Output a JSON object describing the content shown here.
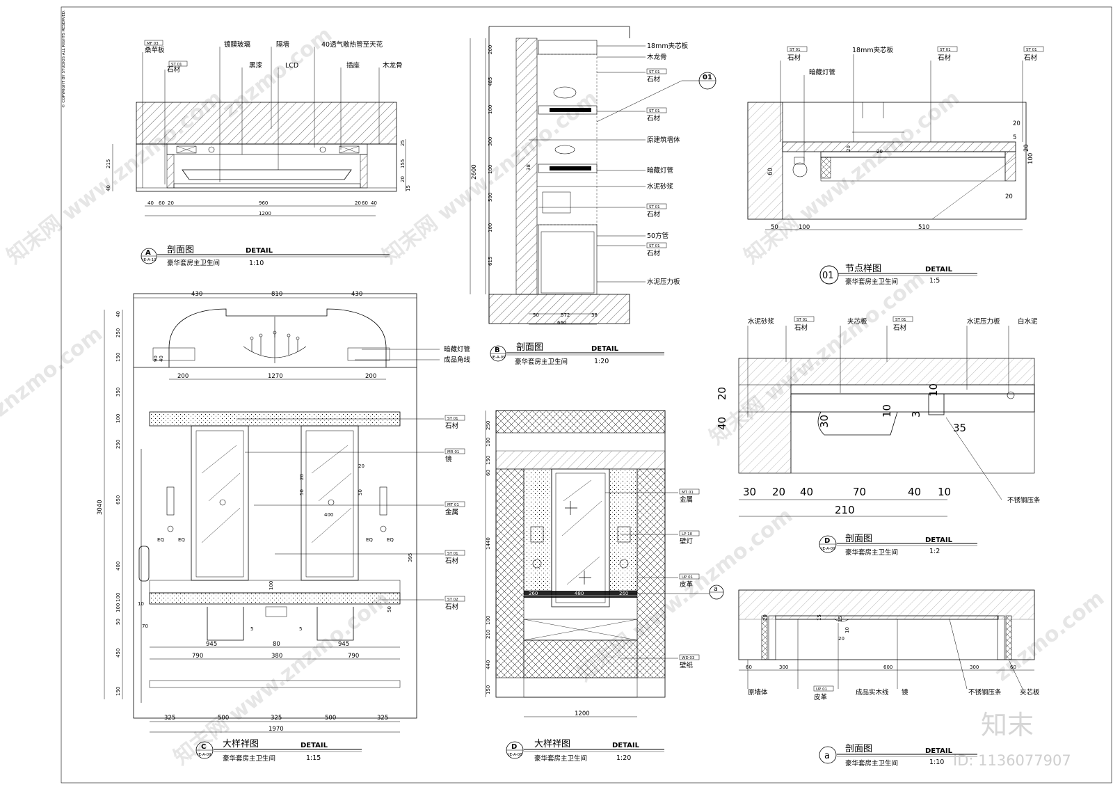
{
  "copyright": "© COPYRIGHT BY STUDIOS ALL RIGHTS RESERVED.",
  "watermark": "znzmo.com",
  "watermark_cn": "知末网 www.znzmo.com",
  "brand": "知末",
  "id_text": "ID: 1136077907",
  "common": {
    "detail": "DETAIL",
    "room": "豪华套房主卫生间"
  },
  "A": {
    "badge": "A",
    "sheet": "IE-A-10",
    "title": "剖面图",
    "scale": "1:10",
    "labels": [
      {
        "tag": "MF 03",
        "text": "桑苹板"
      },
      {
        "tag": "ST 01",
        "text": "石材"
      },
      {
        "text": "镀膜玻璃"
      },
      {
        "text": "隔墙"
      },
      {
        "text": "黑漆"
      },
      {
        "text": "LCD"
      },
      {
        "text": "40透气散热管至天花"
      },
      {
        "text": "插座"
      },
      {
        "text": "木龙骨"
      }
    ],
    "dims_left": [
      "215",
      "40"
    ],
    "dims_right": [
      "25",
      "155",
      "20",
      "15"
    ],
    "dims_bottom": [
      "40",
      "60",
      "20",
      "960",
      "20",
      "60",
      "40"
    ],
    "dim_total": "1200"
  },
  "B": {
    "badge": "B",
    "sheet": "IE-A-09",
    "title": "剖面图",
    "scale": "1:20",
    "labels": [
      {
        "text": "18mm夹芯板"
      },
      {
        "text": "木龙骨"
      },
      {
        "tag": "ST 01",
        "text": "石材"
      },
      {
        "tag": "ST 01",
        "text": "石材"
      },
      {
        "text": "原建筑墙体"
      },
      {
        "text": "暗藏灯管"
      },
      {
        "text": "水泥砂浆"
      },
      {
        "tag": "ST 01",
        "text": "石材"
      },
      {
        "text": "50方管"
      },
      {
        "tag": "ST 01",
        "text": "石材"
      },
      {
        "text": "水泥压力板"
      }
    ],
    "callout": "01",
    "dims_left": [
      "200",
      "485",
      "100",
      "300",
      "100",
      "500",
      "100",
      "615"
    ],
    "dim_total": "2600",
    "dim_inner": "38",
    "dims_bottom": [
      "50",
      "572",
      "38"
    ],
    "dim_width": "660"
  },
  "N01": {
    "badge": "01",
    "title": "节点样图",
    "scale": "1:5",
    "labels": [
      {
        "tag": "ST 01",
        "text": "石材"
      },
      {
        "text": "18mm夹芯板"
      },
      {
        "text": "暗藏灯管"
      },
      {
        "tag": "ST 01",
        "text": "石材"
      },
      {
        "tag": "ST 01",
        "text": "石材"
      }
    ],
    "dims_left": [
      "60"
    ],
    "dims_right": [
      "20",
      "5",
      "20",
      "100",
      "20"
    ],
    "dims_inner": [
      "20",
      "20"
    ],
    "dims_bottom": [
      "50",
      "100",
      "510"
    ]
  },
  "C": {
    "badge": "C",
    "sheet": "IE-A-09",
    "title": "大样祥图",
    "scale": "1:15",
    "labels": [
      {
        "tag": "ST 01",
        "text": "石材"
      },
      {
        "tag": "MR 01",
        "text": "镜"
      },
      {
        "tag": "MT 01",
        "text": "金属"
      },
      {
        "tag": "ST 01",
        "text": "石材"
      },
      {
        "tag": "ST 02",
        "text": "石材"
      },
      {
        "text": "暗藏灯管"
      },
      {
        "text": "成品角线"
      }
    ],
    "dims_top": [
      "430",
      "810",
      "430"
    ],
    "dims_row2": [
      "200",
      "1270",
      "200"
    ],
    "dims_left": [
      "40",
      "250",
      "150",
      "350",
      "100",
      "250",
      "650",
      "400",
      "100",
      "100",
      "50",
      "450",
      "150"
    ],
    "dim_total": "3040",
    "dims_small": [
      "90",
      "40",
      "20",
      "20",
      "50",
      "50",
      "400",
      "EQ",
      "EQ",
      "EQ",
      "EQ",
      "395",
      "100",
      "10",
      "70",
      "5",
      "5",
      "50"
    ],
    "dims_bottom1": [
      "945",
      "80",
      "945"
    ],
    "dims_bottom2": [
      "790",
      "380",
      "790"
    ],
    "dims_bottom3": [
      "325",
      "500",
      "325",
      "500",
      "325"
    ],
    "dim_width": "1970"
  },
  "D": {
    "badge": "D",
    "sheet": "IE-A-08",
    "title": "大样祥图",
    "scale": "1:20",
    "labels": [
      {
        "tag": "MT 01",
        "text": "金属"
      },
      {
        "tag": "LP 10",
        "text": "壁灯"
      },
      {
        "tag": "UP 01",
        "text": "皮革"
      },
      {
        "tag": "WD 03",
        "text": "壁纸"
      }
    ],
    "section_mark": "a",
    "dims_left": [
      "250",
      "100",
      "150",
      "60",
      "1440",
      "100",
      "210",
      "440",
      "150"
    ],
    "dims_inner": [
      "260",
      "480",
      "260"
    ],
    "dim_width": "1200"
  },
  "D2": {
    "badge": "D",
    "sheet": "IE-A-09",
    "title": "剖面图",
    "scale": "1:2",
    "labels": [
      {
        "text": "水泥砂浆"
      },
      {
        "tag": "ST 01",
        "text": "石材"
      },
      {
        "text": "夹芯板"
      },
      {
        "tag": "ST 01",
        "text": "石材"
      },
      {
        "text": "水泥压力板"
      },
      {
        "text": "白水泥"
      },
      {
        "text": "不锈钢压条"
      }
    ],
    "dims_left": [
      "20",
      "40"
    ],
    "dims_inner": [
      "30",
      "10",
      "3",
      "10",
      "35"
    ],
    "dims_bottom": [
      "30",
      "20",
      "40",
      "70",
      "40",
      "10"
    ],
    "dim_total": "210"
  },
  "a": {
    "badge": "a",
    "title": "剖面图",
    "scale": "1:10",
    "labels": [
      {
        "text": "原墙体"
      },
      {
        "tag": "UP 01",
        "text": "皮革"
      },
      {
        "text": "成品实木线"
      },
      {
        "text": "镜"
      },
      {
        "text": "不锈钢压条"
      },
      {
        "text": "夹芯板"
      }
    ],
    "dims_bottom": [
      "60",
      "300",
      "600",
      "300",
      "60"
    ],
    "dims_small": [
      "20",
      "15",
      "15",
      "10",
      "20"
    ]
  }
}
